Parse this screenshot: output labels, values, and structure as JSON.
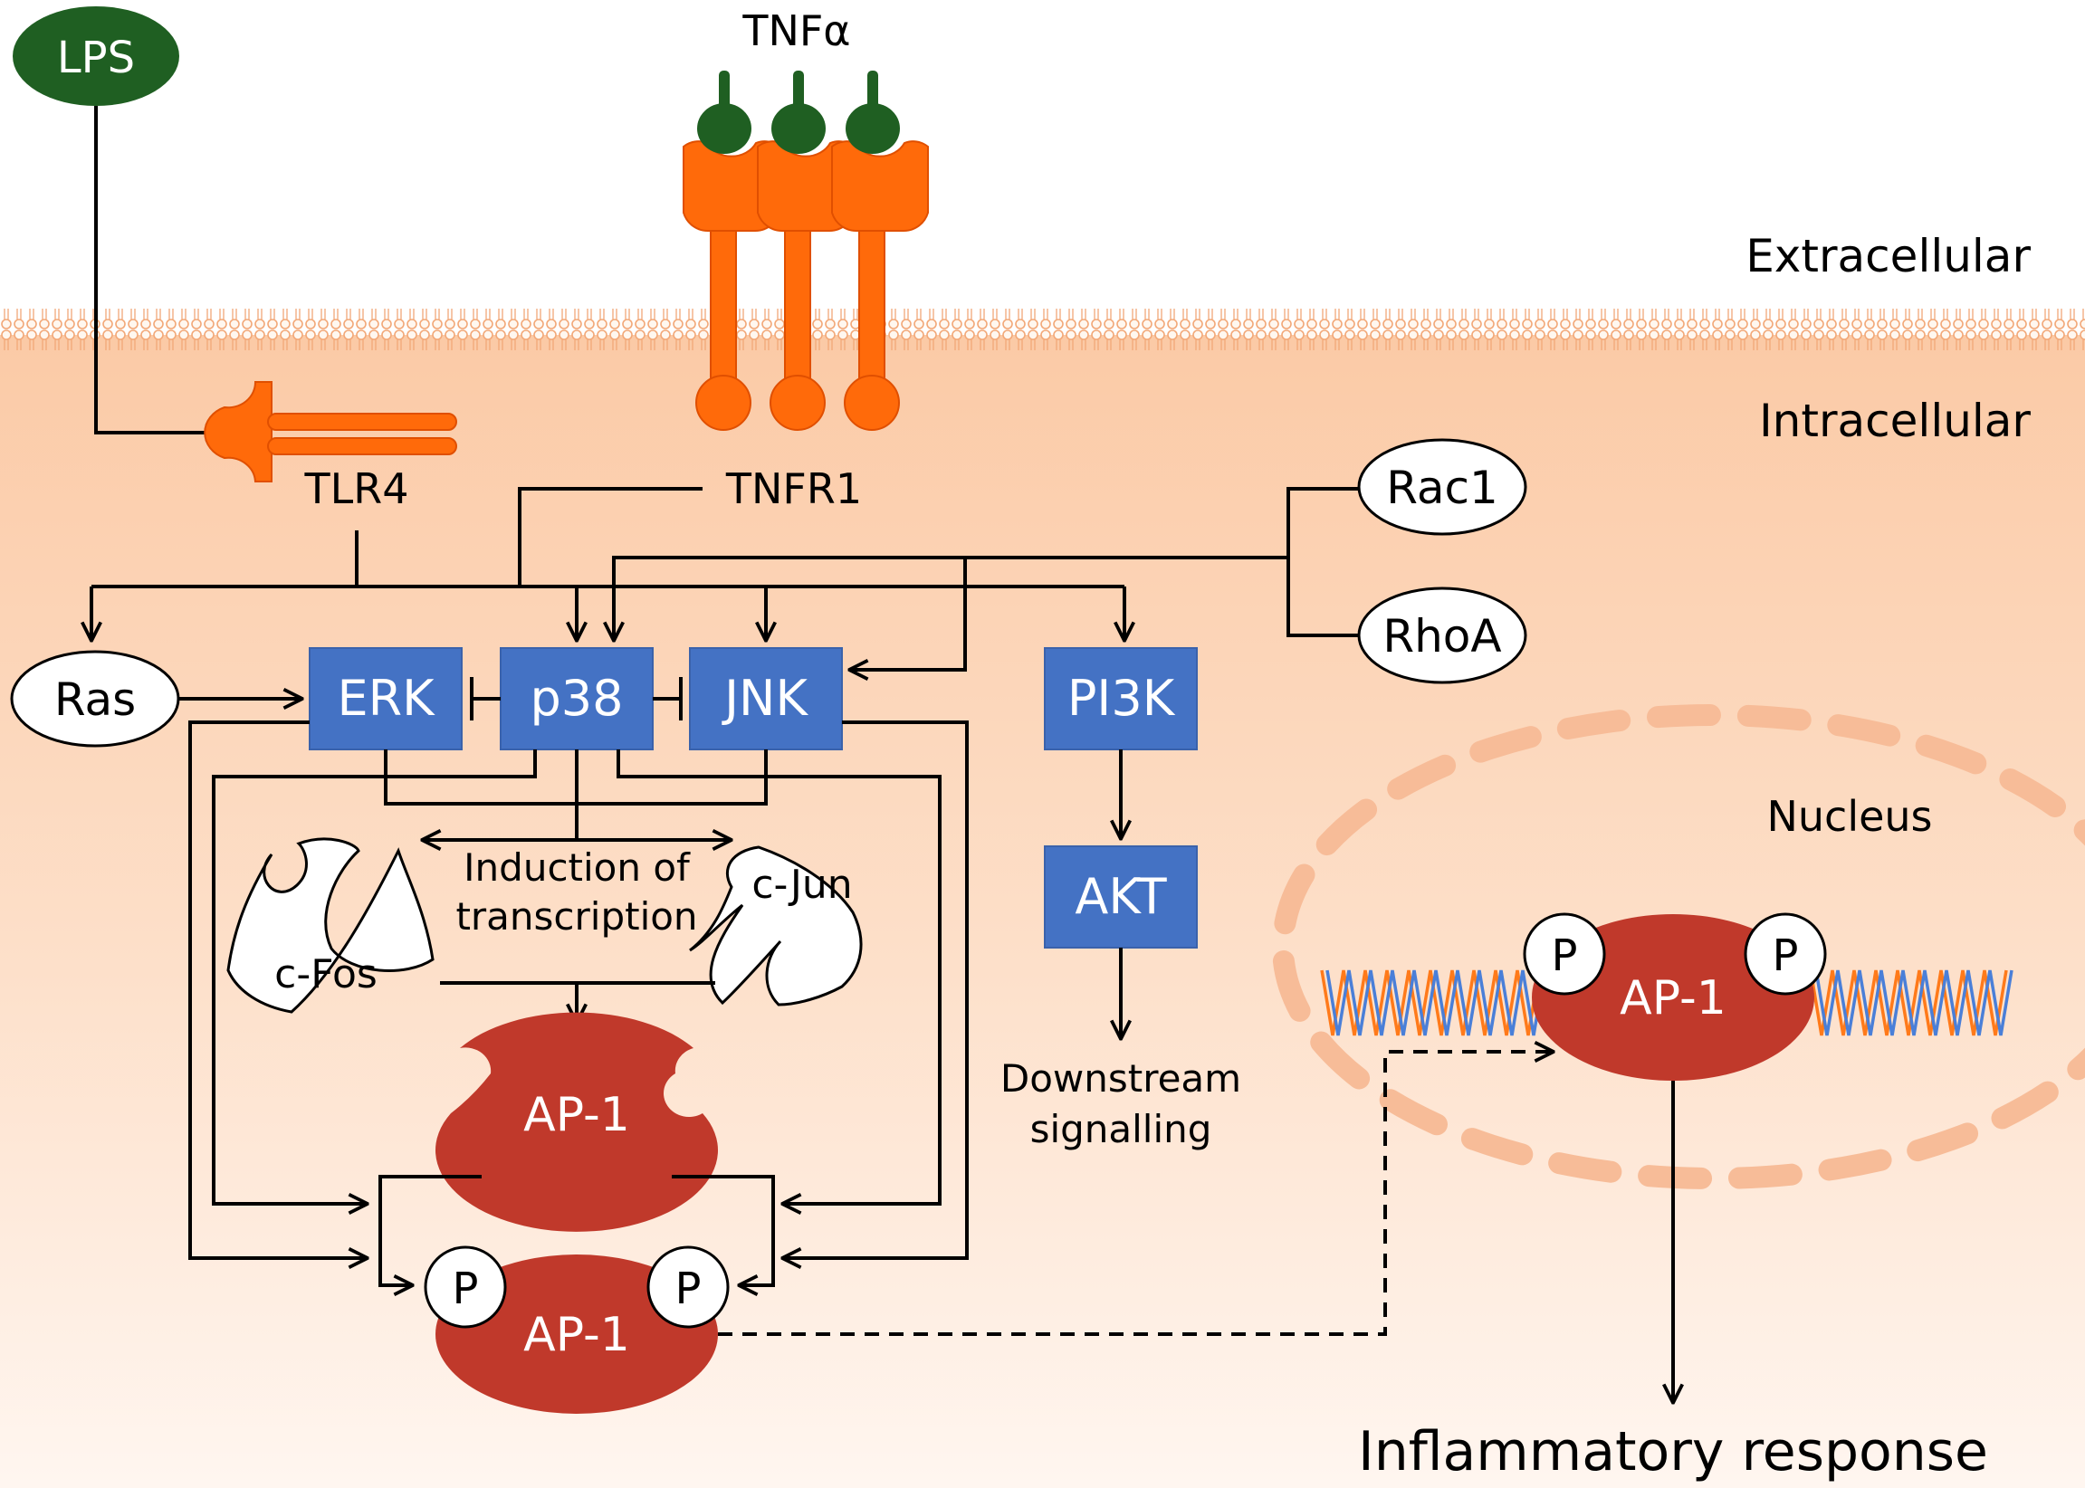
{
  "labels": {
    "lps": "LPS",
    "tnfa": "TNFα",
    "extracellular": "Extracellular",
    "intracellular": "Intracellular",
    "tlr4": "TLR4",
    "tnfr1": "TNFR1",
    "rac1": "Rac1",
    "rhoa": "RhoA",
    "ras": "Ras",
    "erk": "ERK",
    "p38": "p38",
    "jnk": "JNK",
    "pi3k": "PI3K",
    "akt": "AKT",
    "downstream_line1": "Downstream",
    "downstream_line2": "signalling",
    "induction_line1": "Induction of",
    "induction_line2": "transcription",
    "cfos": "c-Fos",
    "cjun": "c-Jun",
    "ap1": "AP-1",
    "phospho": "P",
    "nucleus": "Nucleus",
    "inflammatory": "Inflammatory response"
  },
  "colors": {
    "lps_green": "#1f5f22",
    "receptor_orange": "#ff6a0a",
    "kinase_blue": "#4472c4",
    "ap1_red": "#c0392b",
    "cytoplasm_peach": "#fbd1b3",
    "nucleus_dash": "#f7bc98",
    "dna_blue": "#4a7fd8",
    "dna_orange": "#ff7a1a"
  }
}
